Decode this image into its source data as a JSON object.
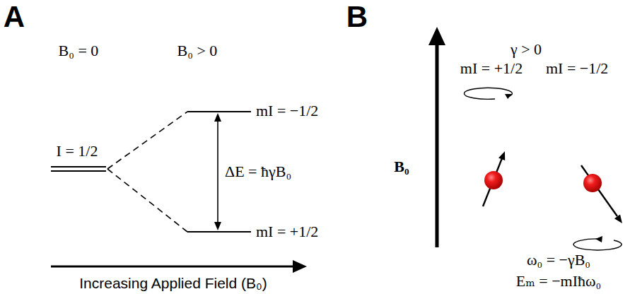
{
  "diagram": {
    "labels": [
      "A",
      "B₀ = 0",
      "B₀ > 0",
      "I = 1/2",
      "mI = −1/2",
      "ΔE = ħγB₀",
      "mI = +1/2",
      "Increasing Applied Field (B₀)",
      "B",
      "γ > 0",
      "mI = +1/2",
      "mI = −1/2",
      "B₀",
      "ω₀ = −γB₀",
      "Eₘ = −mIħω₀"
    ]
  }
}
